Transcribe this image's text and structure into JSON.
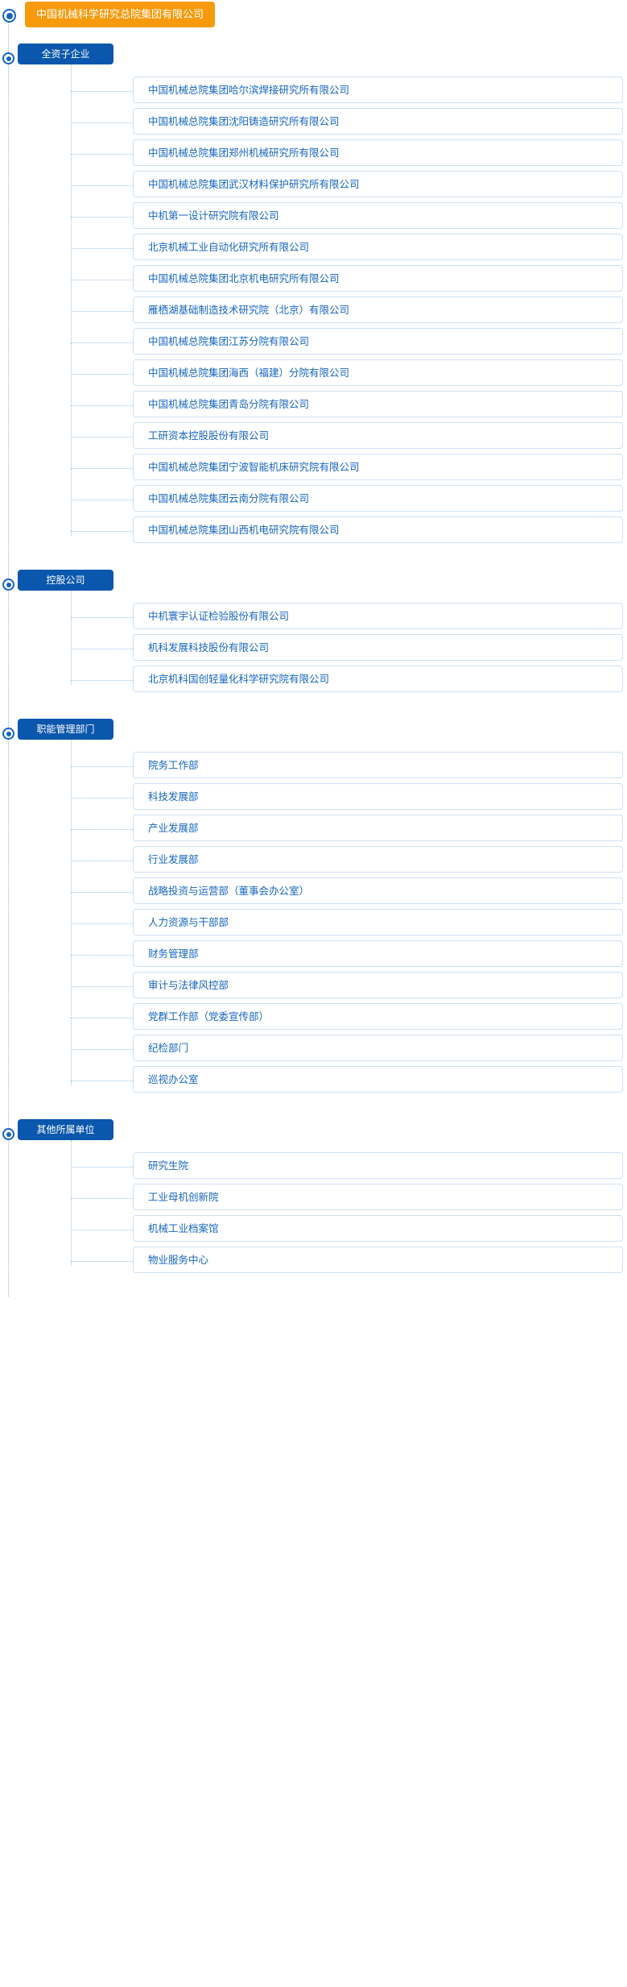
{
  "root": {
    "label": "中国机械科学研究总院集团有限公司",
    "color": "#f79a0c"
  },
  "theme": {
    "section_color": "#0a57ad",
    "leaf_text_color": "#1565c0",
    "leaf_border_color": "#cfe0f2",
    "connector_color": "#9dc2e4"
  },
  "sections": [
    {
      "title": "全资子企业",
      "items": [
        {
          "label": "中国机械总院集团哈尔滨焊接研究所有限公司"
        },
        {
          "label": "中国机械总院集团沈阳铸造研究所有限公司"
        },
        {
          "label": "中国机械总院集团郑州机械研究所有限公司"
        },
        {
          "label": "中国机械总院集团武汉材料保护研究所有限公司"
        },
        {
          "label": "中机第一设计研究院有限公司"
        },
        {
          "label": "北京机械工业自动化研究所有限公司"
        },
        {
          "label": "中国机械总院集团北京机电研究所有限公司"
        },
        {
          "label": "雁栖湖基础制造技术研究院（北京）有限公司"
        },
        {
          "label": "中国机械总院集团江苏分院有限公司"
        },
        {
          "label": "中国机械总院集团海西（福建）分院有限公司"
        },
        {
          "label": "中国机械总院集团青岛分院有限公司"
        },
        {
          "label": "工研资本控股股份有限公司"
        },
        {
          "label": "中国机械总院集团宁波智能机床研究院有限公司"
        },
        {
          "label": "中国机械总院集团云南分院有限公司"
        },
        {
          "label": "中国机械总院集团山西机电研究院有限公司"
        }
      ]
    },
    {
      "title": "控股公司",
      "items": [
        {
          "label": "中机寰宇认证检验股份有限公司"
        },
        {
          "label": "机科发展科技股份有限公司"
        },
        {
          "label": "北京机科国创轻量化科学研究院有限公司"
        }
      ]
    },
    {
      "title": "职能管理部门",
      "items": [
        {
          "label": "院务工作部"
        },
        {
          "label": "科技发展部"
        },
        {
          "label": "产业发展部"
        },
        {
          "label": "行业发展部"
        },
        {
          "label": "战略投资与运营部（董事会办公室）"
        },
        {
          "label": "人力资源与干部部"
        },
        {
          "label": "财务管理部"
        },
        {
          "label": "审计与法律风控部"
        },
        {
          "label": "党群工作部（党委宣传部）"
        },
        {
          "label": "纪检部门"
        },
        {
          "label": "巡视办公室"
        }
      ]
    },
    {
      "title": "其他所属单位",
      "items": [
        {
          "label": "研究生院"
        },
        {
          "label": "工业母机创新院"
        },
        {
          "label": "机械工业档案馆"
        },
        {
          "label": "物业服务中心"
        }
      ]
    }
  ]
}
